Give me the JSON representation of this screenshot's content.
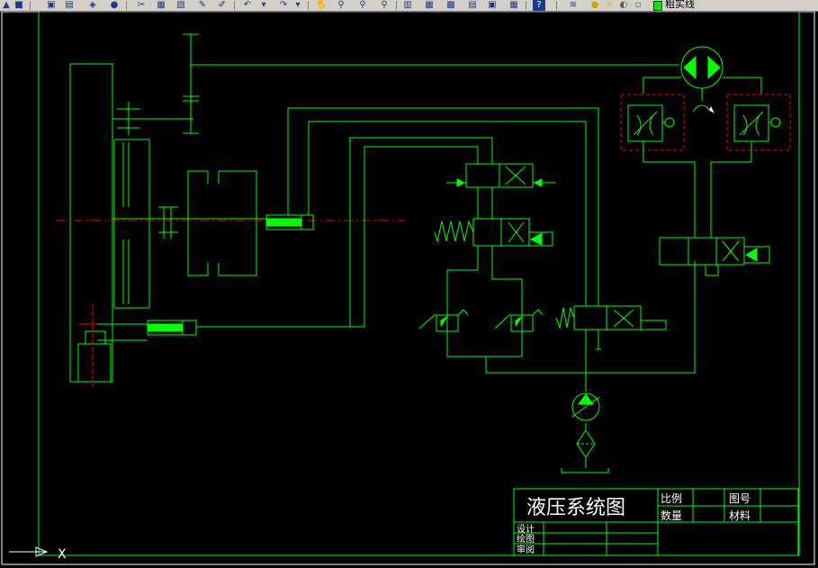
{
  "toolbar": {
    "buttons": [
      "open-icon",
      "save-icon",
      "print-icon",
      "preview-icon",
      "publish-icon",
      "globe-icon",
      "cut-icon",
      "copy-icon",
      "paste-icon",
      "match-properties-icon",
      "undo-icon",
      "redo-icon",
      "pan-icon",
      "zoom-realtime-icon",
      "zoom-window-icon",
      "zoom-previous-icon",
      "properties-icon",
      "design-center-icon",
      "tool-palettes-icon",
      "sheet-set-icon",
      "markup-icon",
      "calculator-icon",
      "help-icon",
      "layers-icon",
      "bulb-icon",
      "sun-icon",
      "lock-icon"
    ],
    "layer_name": "粗实线",
    "layer_color": "#00e600"
  },
  "drawing": {
    "line_color": "#00ff00",
    "accent_red": "#ff0000",
    "title": "液压系统图",
    "labels": {
      "scale": "比例",
      "drawing_no": "图号",
      "quantity": "数量",
      "material": "材料",
      "design": "设计",
      "draft": "绘图",
      "review": "审阅"
    },
    "ucs_x": "X"
  }
}
